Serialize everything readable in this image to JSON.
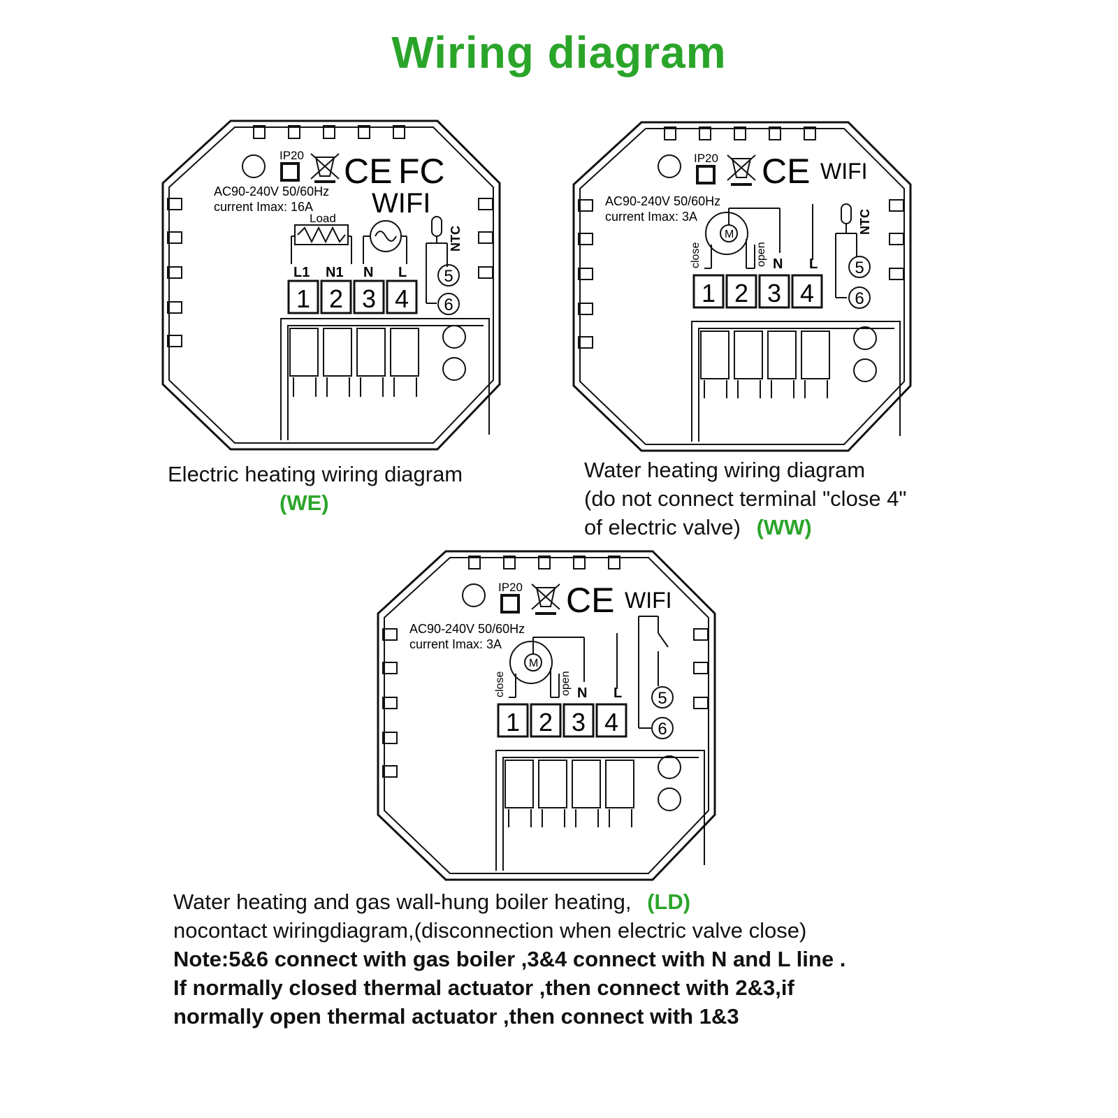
{
  "title": "Wiring diagram",
  "colors": {
    "accent": "#2aa52a",
    "line": "#111111",
    "background": "#ffffff"
  },
  "panels": [
    {
      "id": "we",
      "symbols": {
        "ip": "IP20",
        "ce": "CE",
        "fcc": "FC"
      },
      "wifi": "WIFI",
      "spec_voltage": "AC90-240V 50/60Hz",
      "spec_current": "current Imax: 16A",
      "load_label": "Load",
      "ntc_label": "NTC",
      "terminal_labels": [
        "L1",
        "N1",
        "N",
        "L"
      ],
      "terminals": [
        "1",
        "2",
        "3",
        "4"
      ],
      "aux_terminals": [
        "5",
        "6"
      ],
      "caption": "Electric heating wiring diagram",
      "code": "(WE)"
    },
    {
      "id": "ww",
      "symbols": {
        "ip": "IP20",
        "ce": "CE"
      },
      "wifi": "WIFI",
      "spec_voltage": "AC90-240V 50/60Hz",
      "spec_current": "current Imax: 3A",
      "valve_close": "close",
      "valve_open": "open",
      "valve_motor": "M",
      "ntc_label": "NTC",
      "terminal_labels": [
        "N",
        "L"
      ],
      "terminals": [
        "1",
        "2",
        "3",
        "4"
      ],
      "aux_terminals": [
        "5",
        "6"
      ],
      "caption_line1": "Water heating wiring diagram",
      "caption_line2": "(do not connect terminal \"close 4\"",
      "caption_line3": "of electric valve)",
      "code": "(WW)"
    },
    {
      "id": "ld",
      "symbols": {
        "ip": "IP20",
        "ce": "CE"
      },
      "wifi": "WIFI",
      "spec_voltage": "AC90-240V 50/60Hz",
      "spec_current": "current Imax: 3A",
      "valve_close": "close",
      "valve_open": "open",
      "valve_motor": "M",
      "terminal_labels": [
        "N",
        "L"
      ],
      "terminals": [
        "1",
        "2",
        "3",
        "4"
      ],
      "aux_terminals": [
        "5",
        "6"
      ],
      "caption_line1": "Water heating and gas wall-hung boiler heating,",
      "code": "(LD)",
      "caption_line2": "nocontact wiringdiagram,(disconnection when electric valve close)",
      "note_line1": "Note:5&6 connect with gas boiler ,3&4 connect with N and L line .",
      "note_line2": "If normally closed thermal actuator ,then connect with 2&3,if",
      "note_line3": "normally open thermal actuator ,then connect with 1&3"
    }
  ]
}
